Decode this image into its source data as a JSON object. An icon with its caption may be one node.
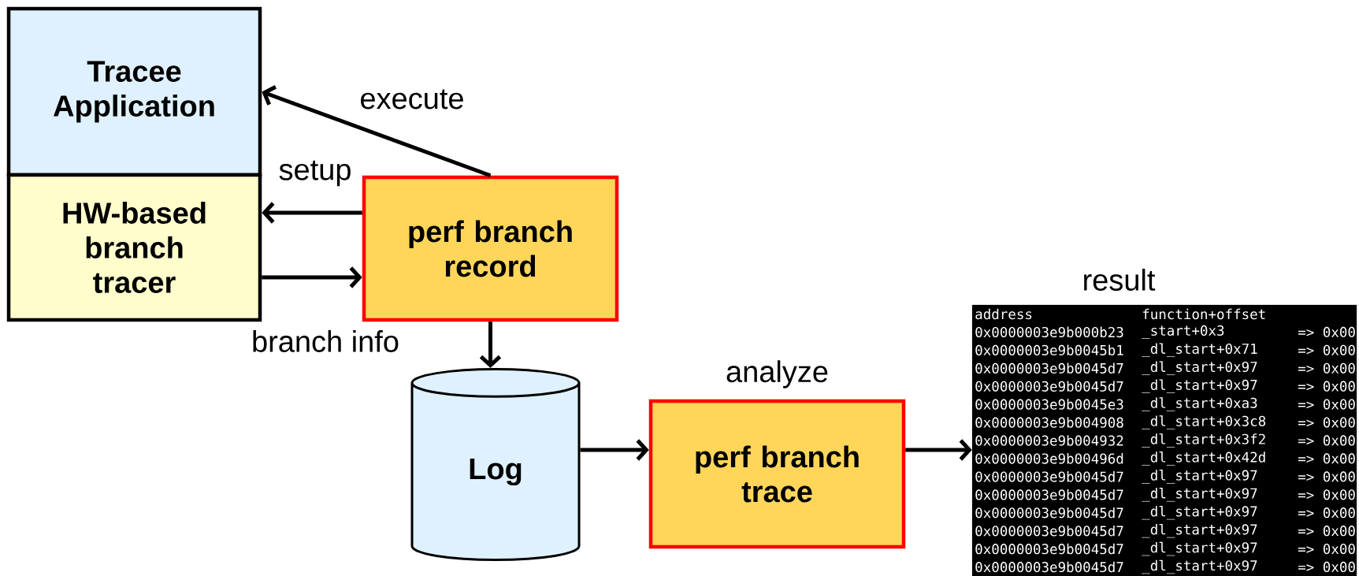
{
  "diagram": {
    "nodes": [
      {
        "text": [
          "Tracee Application"
        ]
      },
      {
        "text": [
          "HW-based branch tracer"
        ]
      },
      {
        "text": [
          "perf branch record"
        ]
      },
      {
        "text": [
          "Log"
        ]
      },
      {
        "text": [
          "perf branch trace"
        ],
        "beside": [
          "analyze"
        ]
      },
      {
        "text": [
          "address",
          "function+offset",
          "0x0000003e9b000b23",
          "_start+0x3",
          "=> 0x00",
          "0x0000003e9b0045b1",
          "_dl_start+0x71",
          "=> 0x00",
          "0x0000003e9b0045d7",
          "_dl_start+0x97",
          "=> 0x00",
          "0x0000003e9b0045d7",
          "_dl_start+0x97",
          "=> 0x00",
          "0x0000003e9b0045e3",
          "_dl_start+0xa3",
          "=> 0x00",
          "0x0000003e9b004908",
          "_dl_start+0x3c8",
          "=> 0x00",
          "0x0000003e9b004932",
          "_dl_start+0x3f2",
          "=> 0x00",
          "0x0000003e9b00496d",
          "_dl_start+0x42d",
          "=> 0x00",
          "0x0000003e9b0045d7",
          "_dl_start+0x97",
          "=> 0x00",
          "0x0000003e9b0045d7",
          "_dl_start+0x97",
          "=> 0x00",
          "0x0000003e9b0045d7",
          "_dl_start+0x97",
          "=> 0x00",
          "0x0000003e9b0045d7",
          "_dl_start+0x97",
          "=> 0x00",
          "0x0000003e9b0045d7",
          "_dl_start+0x97",
          "=> 0x00",
          "0x0000003e9b0045d7",
          "_dl_start+0x97",
          "=> 0x00"
        ],
        "beside": [
          "result"
        ]
      }
    ],
    "edges": [
      {
        "from": 2,
        "to": 0,
        "arrow": "to",
        "label": "execute"
      },
      {
        "from": 2,
        "to": 1,
        "arrow": "to",
        "label": "setup"
      },
      {
        "from": 1,
        "to": 2,
        "arrow": "to",
        "label": "branch info"
      },
      {
        "from": 2,
        "to": 3,
        "arrow": "to"
      },
      {
        "from": 3,
        "to": 4,
        "arrow": "to"
      },
      {
        "from": 4,
        "to": 5,
        "arrow": "to"
      }
    ]
  }
}
